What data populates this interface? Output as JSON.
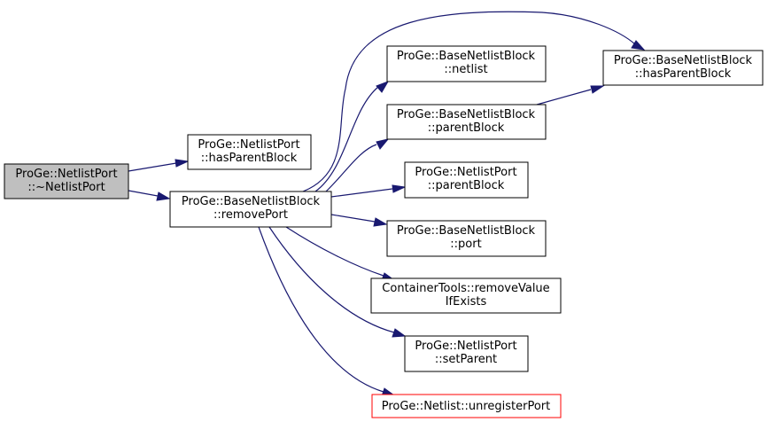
{
  "colors": {
    "edge": "#191970",
    "node_border": "#000000",
    "node_fill": "#ffffff",
    "focus_fill": "#bfbfbf",
    "missing_border": "#ff0000"
  },
  "nodes": {
    "netlistport_dtor": {
      "lines": [
        "ProGe::NetlistPort",
        "::~NetlistPort"
      ]
    },
    "netlistport_hasparentblock": {
      "lines": [
        "ProGe::NetlistPort",
        "::hasParentBlock"
      ]
    },
    "basenetlistblock_removeport": {
      "lines": [
        "ProGe::BaseNetlistBlock",
        "::removePort"
      ]
    },
    "basenetlistblock_netlist": {
      "lines": [
        "ProGe::BaseNetlistBlock",
        "::netlist"
      ]
    },
    "basenetlistblock_parentblock": {
      "lines": [
        "ProGe::BaseNetlistBlock",
        "::parentBlock"
      ]
    },
    "netlistport_parentblock": {
      "lines": [
        "ProGe::NetlistPort",
        "::parentBlock"
      ]
    },
    "basenetlistblock_port": {
      "lines": [
        "ProGe::BaseNetlistBlock",
        "::port"
      ]
    },
    "containertools_removevalueifexists": {
      "lines": [
        "ContainerTools::removeValue",
        "IfExists"
      ]
    },
    "netlistport_setparent": {
      "lines": [
        "ProGe::NetlistPort",
        "::setParent"
      ]
    },
    "netlist_unregisterport": {
      "lines": [
        "ProGe::Netlist::unregisterPort"
      ]
    },
    "basenetlistblock_hasparentblock": {
      "lines": [
        "ProGe::BaseNetlistBlock",
        "::hasParentBlock"
      ]
    }
  },
  "edges": [
    {
      "from": "netlistport_dtor",
      "to": "netlistport_hasparentblock"
    },
    {
      "from": "netlistport_dtor",
      "to": "basenetlistblock_removeport"
    },
    {
      "from": "basenetlistblock_removeport",
      "to": "basenetlistblock_hasparentblock"
    },
    {
      "from": "basenetlistblock_removeport",
      "to": "basenetlistblock_netlist"
    },
    {
      "from": "basenetlistblock_removeport",
      "to": "basenetlistblock_parentblock"
    },
    {
      "from": "basenetlistblock_removeport",
      "to": "netlistport_parentblock"
    },
    {
      "from": "basenetlistblock_removeport",
      "to": "basenetlistblock_port"
    },
    {
      "from": "basenetlistblock_removeport",
      "to": "containertools_removevalueifexists"
    },
    {
      "from": "basenetlistblock_removeport",
      "to": "netlistport_setparent"
    },
    {
      "from": "basenetlistblock_removeport",
      "to": "netlist_unregisterport"
    },
    {
      "from": "basenetlistblock_parentblock",
      "to": "basenetlistblock_hasparentblock"
    }
  ]
}
